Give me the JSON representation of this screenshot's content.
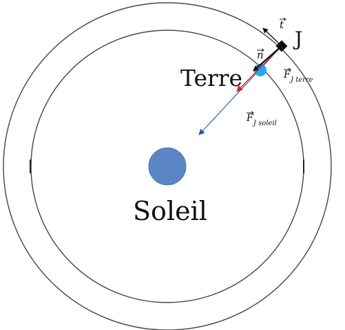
{
  "labels": {
    "sun": "Soleil",
    "earth": "Terre",
    "point": "J"
  },
  "vectors": {
    "t": "t",
    "n": "n",
    "f_terre_main": "F",
    "f_terre_sub": "J terre",
    "f_soleil_main": "F",
    "f_soleil_sub": "J soleil"
  },
  "colors": {
    "sun": "#5b86c6",
    "earth": "#1ea9f0",
    "f_terre_arrow": "#e0201c",
    "f_soleil_arrow": "#2a5d9c",
    "orbit": "#444444",
    "text": "#111111"
  }
}
